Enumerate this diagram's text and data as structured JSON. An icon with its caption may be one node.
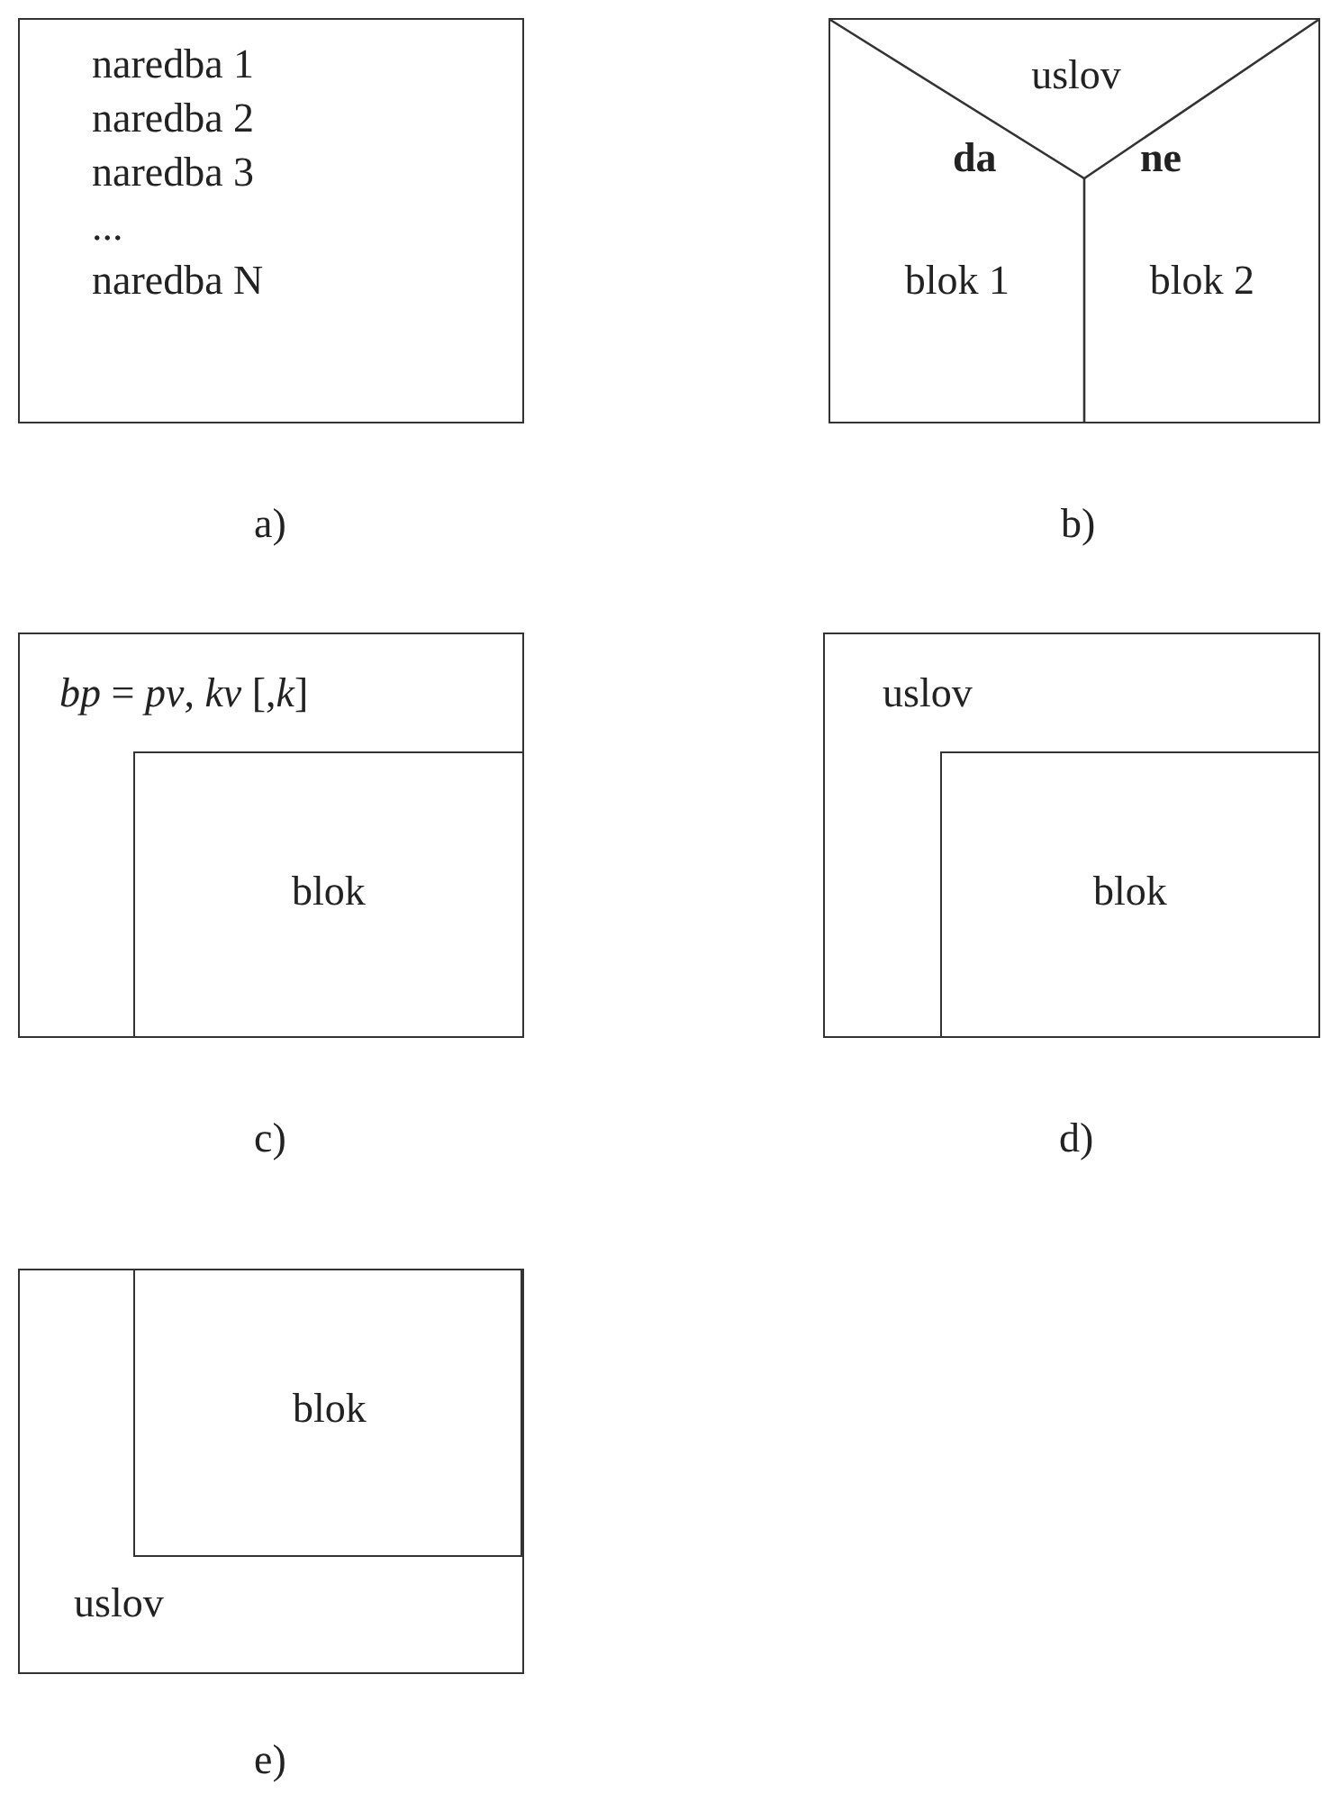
{
  "diagram": {
    "nodes": [
      {
        "text": [
          "naredba 1",
          "naredba 2",
          "naredba 3",
          "...",
          "naredba N"
        ],
        "beside": [
          "a)"
        ]
      },
      {
        "text": [
          "uslov",
          "da",
          "ne"
        ],
        "beside": [
          "b)"
        ]
      },
      {
        "text": [
          "blok 1"
        ],
        "in": 1
      },
      {
        "text": [
          "blok 2"
        ],
        "in": 1
      },
      {
        "text": [
          "*bp* = *pv*, *kv* [,*k*]"
        ],
        "beside": [
          "c)"
        ]
      },
      {
        "text": [
          "blok"
        ],
        "in": 4
      },
      {
        "text": [
          "uslov"
        ],
        "beside": [
          "d)"
        ]
      },
      {
        "text": [
          "blok"
        ],
        "in": 6
      },
      {
        "text": [
          "uslov"
        ],
        "beside": [
          "e)"
        ]
      },
      {
        "text": [
          "blok"
        ],
        "in": 8
      }
    ]
  }
}
